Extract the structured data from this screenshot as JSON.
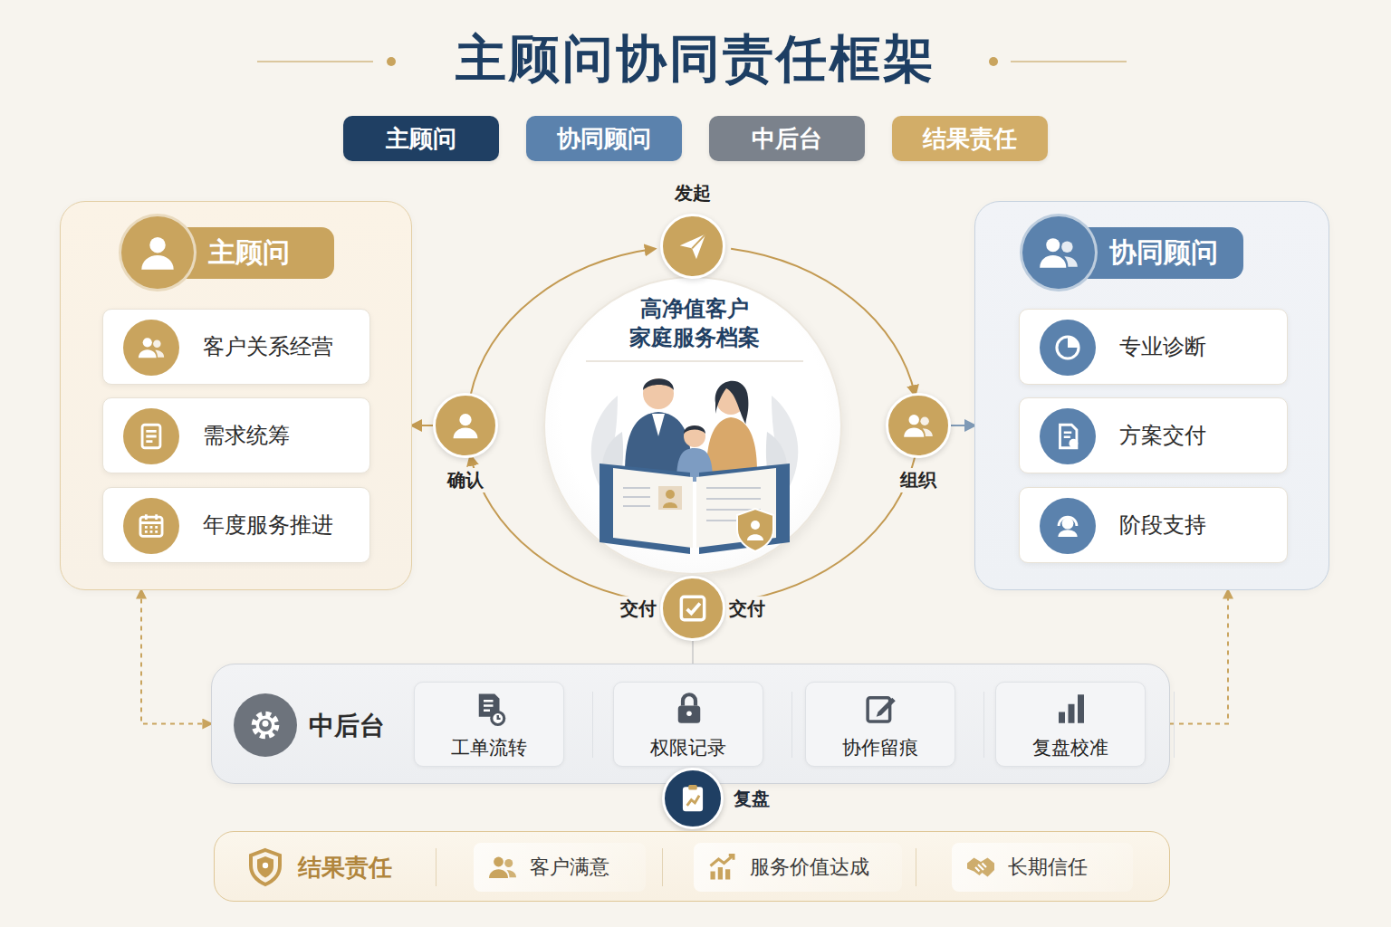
{
  "diagram": {
    "title": "主顾问协同责任框架",
    "nodes": [
      {
        "text": [
          "主顾问"
        ]
      },
      {
        "text": [
          "客户关系经营"
        ],
        "in": 0
      },
      {
        "text": [
          "需求统筹"
        ],
        "in": 0
      },
      {
        "text": [
          "年度服务推进"
        ],
        "in": 0
      },
      {
        "text": [
          "协同顾问"
        ]
      },
      {
        "text": [
          "专业诊断"
        ],
        "in": 4
      },
      {
        "text": [
          "方案交付"
        ],
        "in": 4
      },
      {
        "text": [
          "阶段支持"
        ],
        "in": 4
      },
      {
        "text": [
          "高净值客户 家庭服务档案"
        ]
      },
      {
        "text": [
          "发起"
        ]
      },
      {
        "text": [
          "组织"
        ]
      },
      {
        "text": [
          "交付",
          "交付"
        ]
      },
      {
        "text": [
          "确认"
        ]
      },
      {
        "text": [
          "中后台"
        ]
      },
      {
        "text": [
          "工单流转"
        ],
        "in": 13
      },
      {
        "text": [
          "权限记录"
        ],
        "in": 13
      },
      {
        "text": [
          "协作留痕"
        ],
        "in": 13
      },
      {
        "text": [
          "复盘校准"
        ],
        "in": 13
      },
      {
        "text": [
          "复盘"
        ]
      },
      {
        "text": [
          "结果责任"
        ]
      },
      {
        "text": [
          "客户满意"
        ],
        "in": 19
      },
      {
        "text": [
          "服务价值达成"
        ],
        "in": 19
      },
      {
        "text": [
          "长期信任"
        ],
        "in": 19
      }
    ],
    "edges": [
      {
        "from": 12,
        "to": 9,
        "arrow": "to"
      },
      {
        "from": 9,
        "to": 10,
        "arrow": "to"
      },
      {
        "from": 10,
        "to": 11,
        "arrow": "none"
      },
      {
        "from": 11,
        "to": 12,
        "arrow": "to"
      },
      {
        "from": 12,
        "to": 0,
        "arrow": "to"
      },
      {
        "from": 10,
        "to": 4,
        "arrow": "to"
      },
      {
        "from": 11,
        "to": 13,
        "arrow": "none"
      },
      {
        "from": 13,
        "to": 0,
        "arrow": "both"
      },
      {
        "from": 13,
        "to": 4,
        "arrow": "to"
      }
    ],
    "legend": [
      {
        "text": "主顾问",
        "color": "#1f3f63"
      },
      {
        "text": "协同顾问",
        "color": "#5b82ad"
      },
      {
        "text": "中后台",
        "color": "#7b828c"
      },
      {
        "text": "结果责任",
        "color": "#d2ad68"
      }
    ]
  }
}
